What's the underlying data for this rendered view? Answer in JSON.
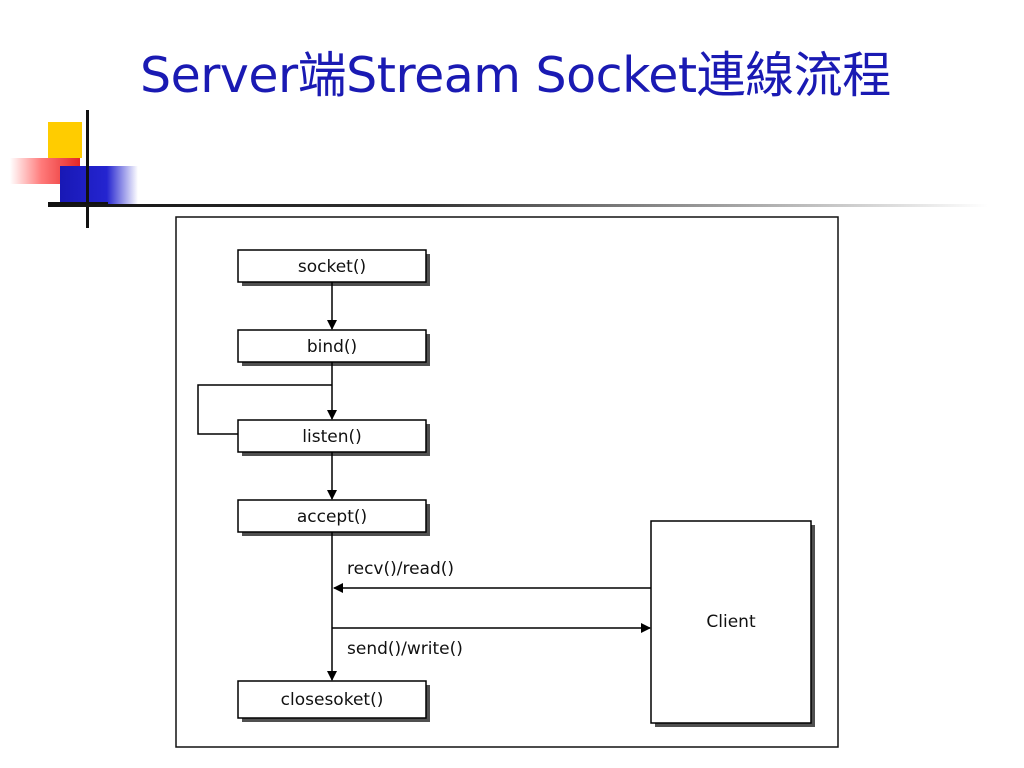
{
  "title": "Server端Stream Socket連線流程",
  "diagram": {
    "nodes": {
      "socket": "socket()",
      "bind": "bind()",
      "listen": "listen()",
      "accept": "accept()",
      "close": "closesoket()",
      "client": "Client"
    },
    "edges": {
      "recv": "recv()/read()",
      "send": "send()/write()"
    }
  }
}
